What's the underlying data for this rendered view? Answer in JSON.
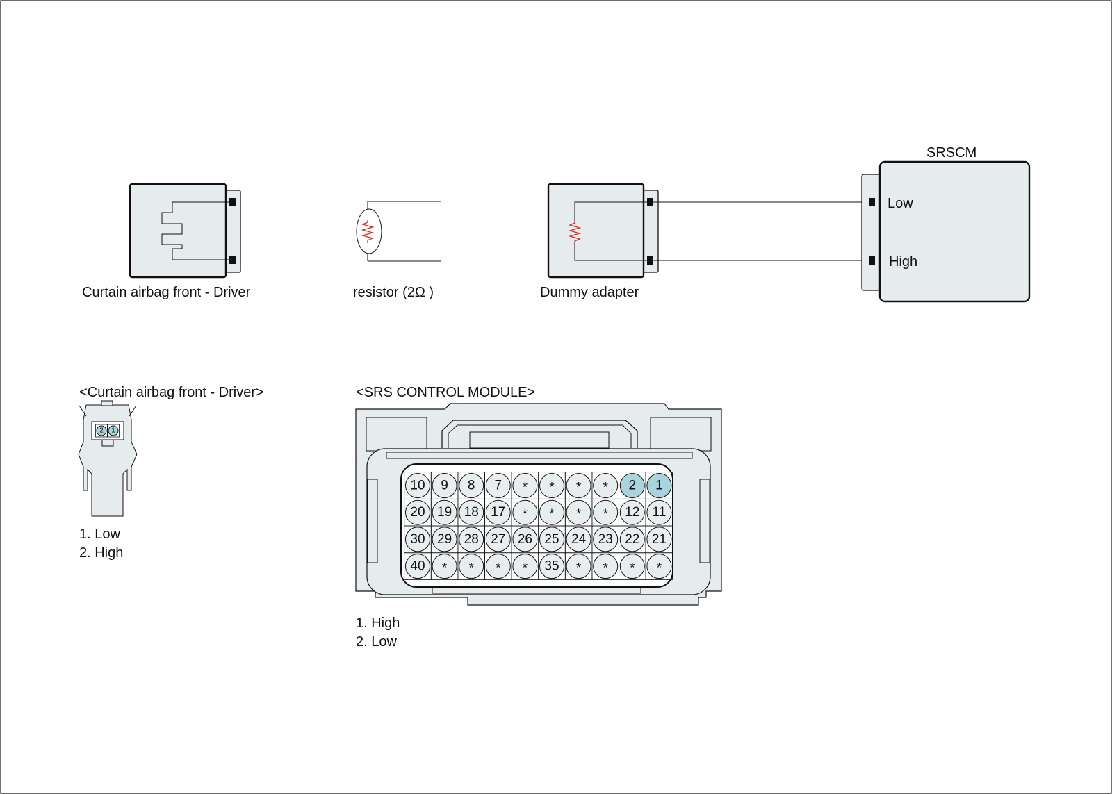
{
  "colors": {
    "component_fill": "#e6ebed",
    "stroke": "#111111",
    "resistor": "#e0261b",
    "highlight_pin": "#a9d4dd",
    "pin_fill": "#e8edef"
  },
  "components": {
    "curtain_airbag": {
      "label": "Curtain airbag front - Driver"
    },
    "resistor": {
      "label": "resistor (2Ω )"
    },
    "dummy_adapter": {
      "label": "Dummy adapter"
    },
    "srscm": {
      "title": "SRSCM",
      "terminal_low": "Low",
      "terminal_high": "High"
    }
  },
  "airbag_connector": {
    "title": "<Curtain airbag front - Driver>",
    "pins": [
      "2",
      "1"
    ],
    "legend": [
      "1. Low",
      "2. High"
    ]
  },
  "srs_module_connector": {
    "title": "<SRS CONTROL MODULE>",
    "rows": [
      [
        "10",
        "9",
        "8",
        "7",
        "*",
        "*",
        "*",
        "*",
        "2",
        "1"
      ],
      [
        "20",
        "19",
        "18",
        "17",
        "*",
        "*",
        "*",
        "*",
        "12",
        "11"
      ],
      [
        "30",
        "29",
        "28",
        "27",
        "26",
        "25",
        "24",
        "23",
        "22",
        "21"
      ],
      [
        "40",
        "*",
        "*",
        "*",
        "*",
        "35",
        "*",
        "*",
        "*",
        "*"
      ]
    ],
    "highlighted_pins": [
      "1",
      "2"
    ],
    "legend": [
      "1. High",
      "2. Low"
    ]
  }
}
